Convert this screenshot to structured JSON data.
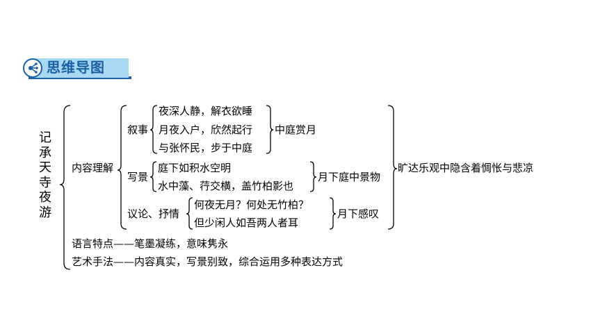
{
  "header": {
    "title": "思维导图",
    "icon": "mindmap-icon",
    "accent_color": "#1b5fa6",
    "bar_color": "#a9d9f2"
  },
  "diagram": {
    "root": "记承天寺夜游",
    "content": {
      "label": "内容理解",
      "narrative": {
        "label": "叙事",
        "items": [
          "夜深人静，解衣欲睡",
          "月夜入户，欣然起行",
          "与张怀民，步于中庭"
        ],
        "summary": "中庭赏月"
      },
      "scenery": {
        "label": "写景",
        "items": [
          "庭下如积水空明",
          "水中藻、荇交横，盖竹柏影也"
        ],
        "summary": "月下庭中景物"
      },
      "lyric": {
        "label": "议论、抒情",
        "items": [
          "何夜无月？何处无竹柏？",
          "但少闲人如吾两人者耳"
        ],
        "summary": "月下感叹"
      },
      "theme": "旷达乐观中隐含着惆怅与悲凉"
    },
    "language": "语言特点——笔墨凝练，意味隽永",
    "art": "艺术手法——内容真实，写景别致，综合运用多种表达方式"
  }
}
